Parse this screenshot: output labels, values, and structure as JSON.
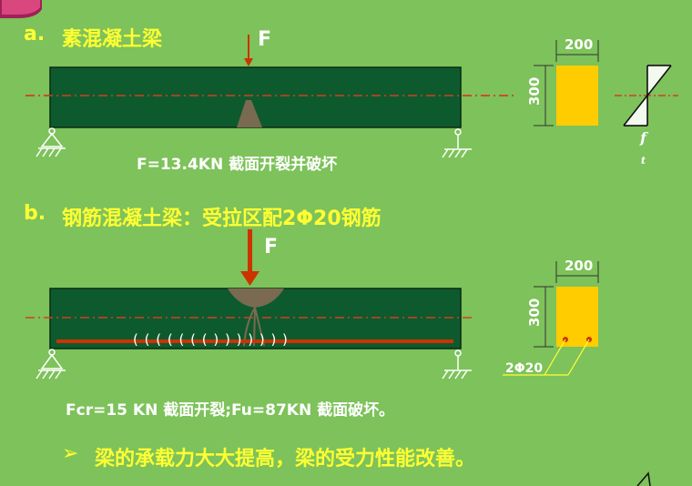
{
  "section_a": {
    "label": "a.",
    "title": "素混凝土梁",
    "force": "F",
    "note": "F=13.4KN 截面开裂并破坏",
    "section_width": "200",
    "section_height": "300",
    "stress_f": "f",
    "stress_t": "t"
  },
  "section_b": {
    "label": "b.",
    "title": "钢筋混凝土梁：受拉区配2Φ20钢筋",
    "force": "F",
    "note": "Fcr=15 KN  截面开裂;Fu=87KN  截面破坏。",
    "section_width": "200",
    "section_height": "300",
    "rebar_label": "2Φ20",
    "crack_marks": "( ( ( ( ( ( ( ) ) ) ) ) ) )"
  },
  "conclusion": {
    "bullet": "➢",
    "text": "梁的承载力大大提高，梁的受力性能改善。"
  },
  "colors": {
    "background": "#7dc25a",
    "beam": "#0e5a2f",
    "concrete_section": "#ffcc00",
    "rebar": "#cc3300",
    "centerline": "#d04020",
    "crack": "#7a6a52"
  }
}
